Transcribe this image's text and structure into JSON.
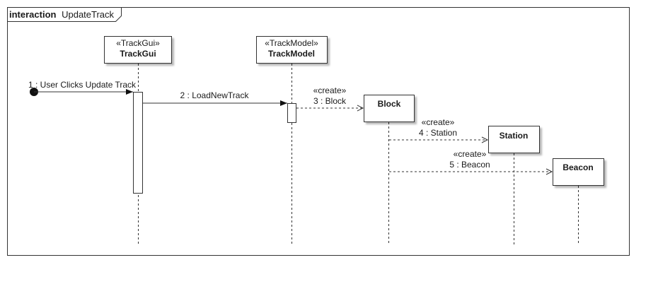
{
  "frame": {
    "keyword": "interaction",
    "name": "UpdateTrack"
  },
  "participants": [
    {
      "id": "trackgui",
      "stereotype": "«TrackGui»",
      "name": "TrackGui"
    },
    {
      "id": "trackmodel",
      "stereotype": "«TrackModel»",
      "name": "TrackModel"
    },
    {
      "id": "block",
      "name": "Block"
    },
    {
      "id": "station",
      "name": "Station"
    },
    {
      "id": "beacon",
      "name": "Beacon"
    }
  ],
  "messages": [
    {
      "label": "1 : User Clicks Update Track"
    },
    {
      "label": "2 : LoadNewTrack"
    },
    {
      "stereotype": "«create»",
      "label": "3 : Block"
    },
    {
      "stereotype": "«create»",
      "label": "4 : Station"
    },
    {
      "stereotype": "«create»",
      "label": "5 : Beacon"
    }
  ]
}
